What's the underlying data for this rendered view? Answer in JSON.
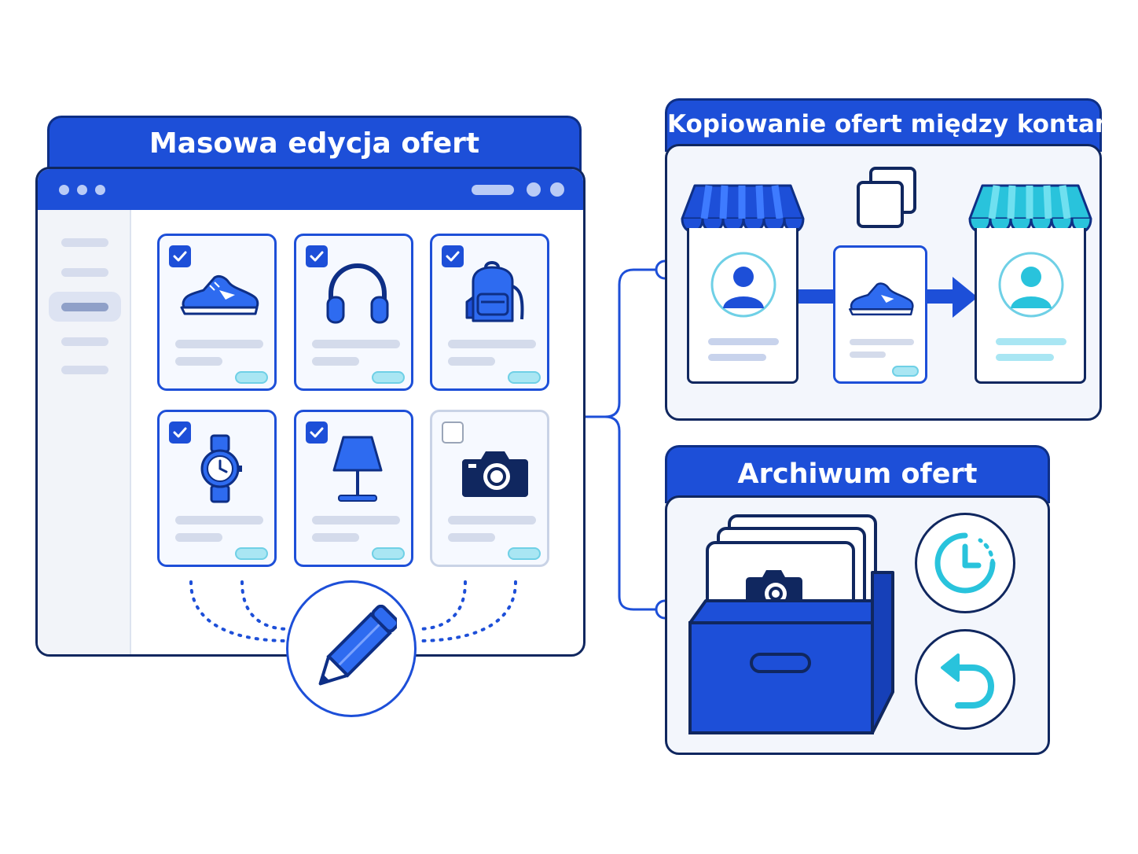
{
  "left": {
    "title": "Masowa edycja ofert",
    "cards": [
      {
        "icon": "sneaker-icon",
        "checked": true
      },
      {
        "icon": "headphones-icon",
        "checked": true
      },
      {
        "icon": "backpack-icon",
        "checked": true
      },
      {
        "icon": "watch-icon",
        "checked": true
      },
      {
        "icon": "lamp-icon",
        "checked": true
      },
      {
        "icon": "camera-icon",
        "checked": false
      }
    ],
    "edit_icon": "pencil-icon"
  },
  "copy": {
    "title": "Kopiowanie ofert między kontami",
    "source_icon": "store-user-icon",
    "middle_icon": "sneaker-icon",
    "target_icon": "store-user-icon",
    "copy_icon": "copy-icon"
  },
  "archive": {
    "title": "Archiwum ofert",
    "box_icon": "archive-box-icon",
    "history_icon": "clock-icon",
    "restore_icon": "undo-icon"
  },
  "colors": {
    "primary": "#1d4fd8",
    "dark": "#10275f",
    "accent": "#29c3dc"
  }
}
